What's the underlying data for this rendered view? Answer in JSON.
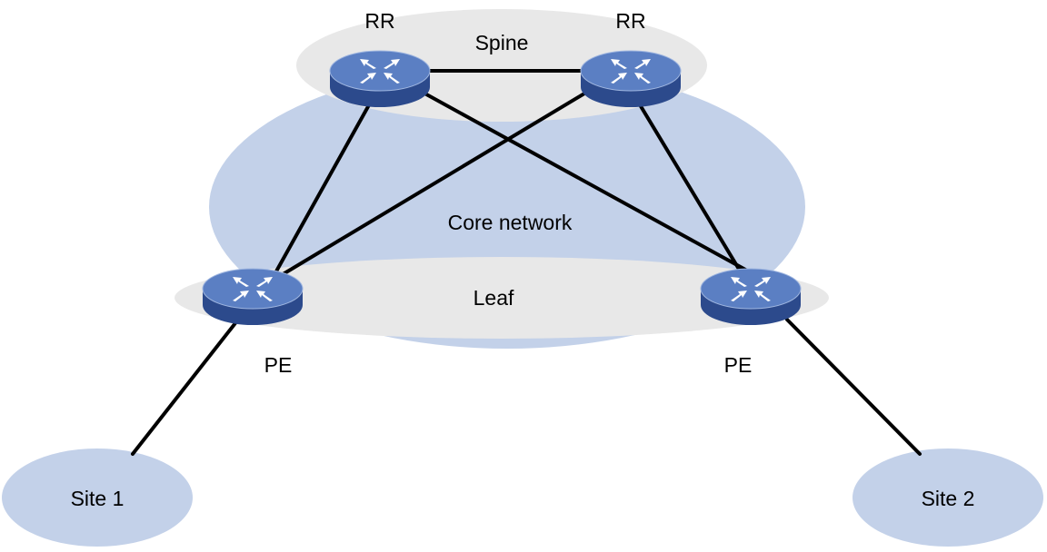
{
  "colors": {
    "core_fill": "#c3d1e9",
    "layer_fill": "#e8e8e8",
    "site_fill": "#c3d1e9",
    "link": "#000000",
    "router_top": "#5b7fc3",
    "router_side": "#2c4a8c"
  },
  "zones": {
    "core": "Core network",
    "spine": "Spine",
    "leaf": "Leaf"
  },
  "devices": {
    "rr_left": {
      "label": "RR",
      "icon": "router-icon"
    },
    "rr_right": {
      "label": "RR",
      "icon": "router-icon"
    },
    "pe_left": {
      "label": "PE",
      "icon": "router-icon"
    },
    "pe_right": {
      "label": "PE",
      "icon": "router-icon"
    }
  },
  "sites": {
    "site1": "Site 1",
    "site2": "Site 2"
  }
}
